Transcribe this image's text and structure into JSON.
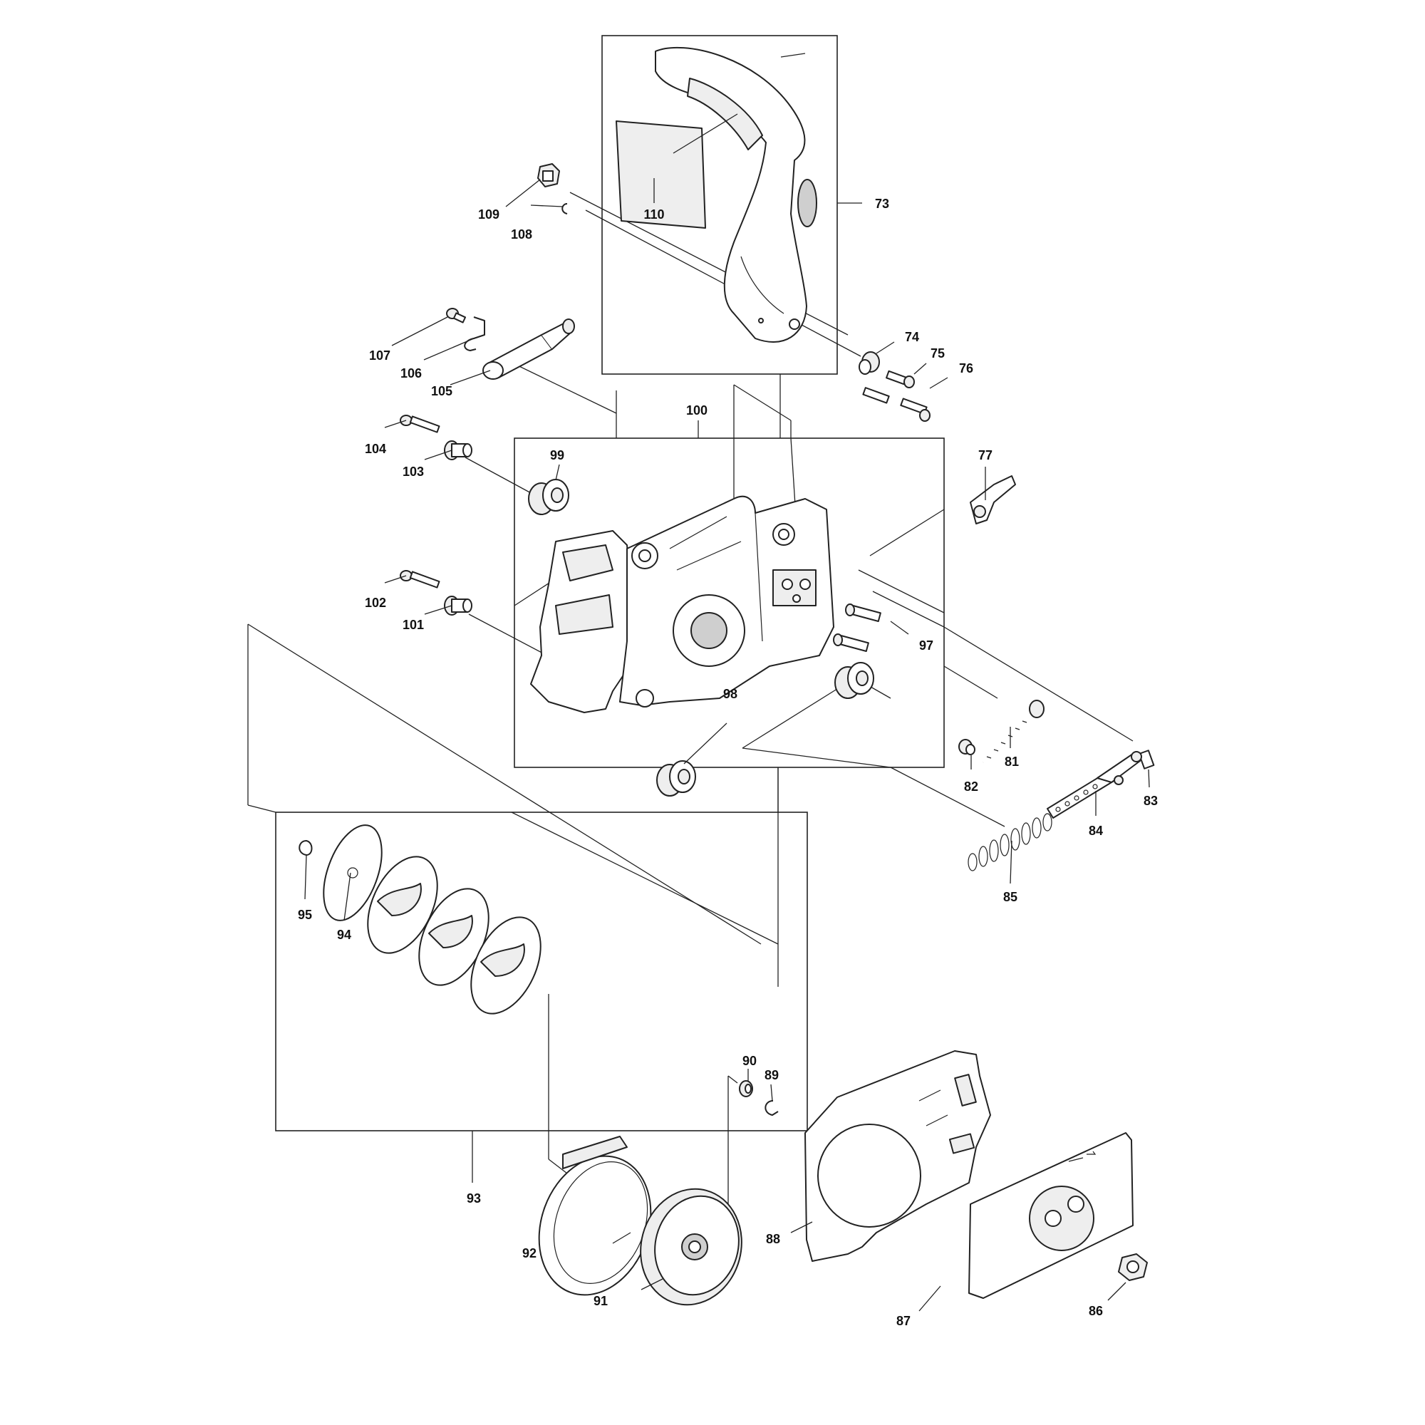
{
  "labels": {
    "p73": "73",
    "p74": "74",
    "p75": "75",
    "p76": "76",
    "p77": "77",
    "p81": "81",
    "p82": "82",
    "p83": "83",
    "p84": "84",
    "p85": "85",
    "p86": "86",
    "p87": "87",
    "p88": "88",
    "p89": "89",
    "p90": "90",
    "p91": "91",
    "p92": "92",
    "p93": "93",
    "p94": "94",
    "p95": "95",
    "p97": "97",
    "p98": "98",
    "p99": "99",
    "p100": "100",
    "p101": "101",
    "p102": "102",
    "p103": "103",
    "p104": "104",
    "p105": "105",
    "p106": "106",
    "p107": "107",
    "p108": "108",
    "p109": "109",
    "p110": "110"
  },
  "colors": {
    "line": "#222222",
    "background": "#ffffff",
    "fill": "#eeeeee"
  }
}
